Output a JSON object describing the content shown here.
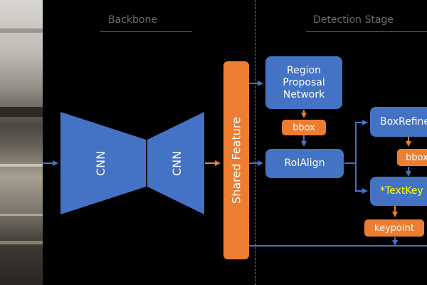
{
  "sections": {
    "backbone": "Backbone",
    "detection_stage": "Detection Stage"
  },
  "encoder": {
    "label": "CNN"
  },
  "decoder": {
    "label": "CNN"
  },
  "shared_feature": "Shared Feature",
  "rpn": {
    "line1": "Region",
    "line2": "Proposal",
    "line3": "Network"
  },
  "bbox_1": "bbox",
  "roialign": "RoIAlign",
  "box_refine": "BoxRefine",
  "bbox_2": "bbox",
  "text_keypoint": "*TextKey",
  "keypoint": "keypoint",
  "colors": {
    "blue": "#4472c4",
    "orange": "#ed7d31",
    "highlight": "#ffff00",
    "background": "#000000"
  }
}
